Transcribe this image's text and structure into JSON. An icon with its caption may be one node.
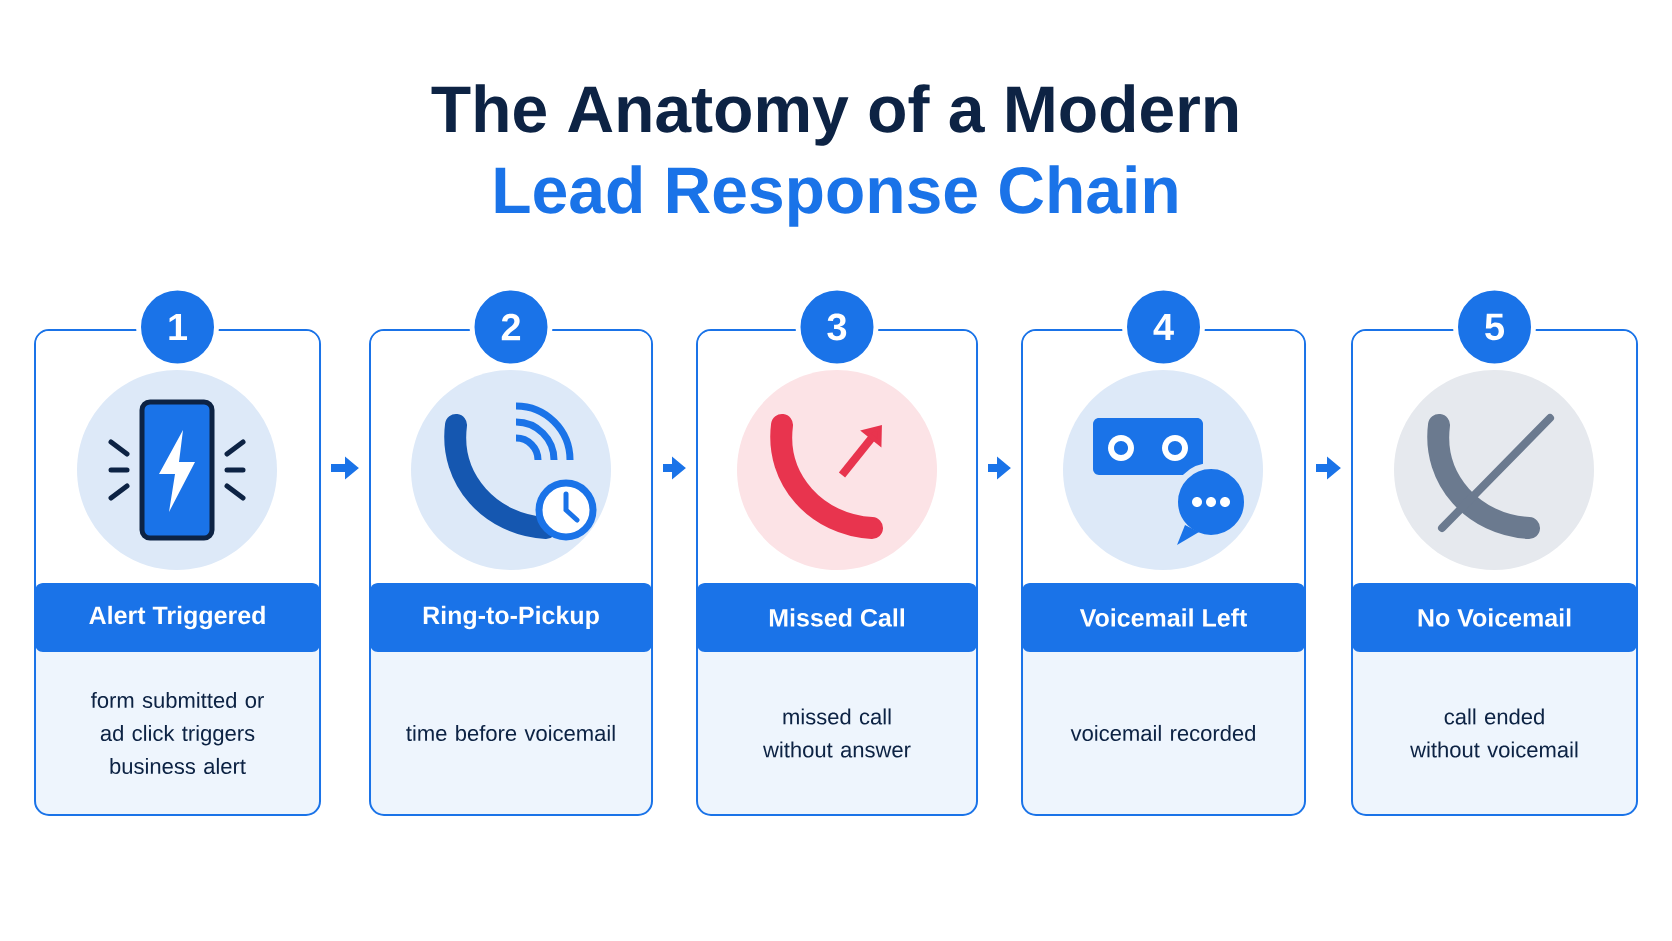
{
  "diagram": {
    "title": "The Anatomy of a Modern",
    "nodes": [
      {
        "text": [
          "1",
          "Alert Triggered",
          "form submitted or ad click triggers business alert"
        ]
      },
      {
        "text": [
          "2",
          "Ring-to-Pickup",
          "time before voicemail"
        ]
      },
      {
        "text": [
          "3",
          "Missed Call",
          "missed call without answer"
        ]
      },
      {
        "text": [
          "4",
          "Voicemail Left",
          "voicemail recorded"
        ]
      },
      {
        "text": [
          "5",
          "No Voicemail",
          "call ended without voicemail"
        ]
      }
    ],
    "edges": [
      {
        "from": 0,
        "to": 1,
        "arrow": "to"
      },
      {
        "from": 1,
        "to": 2,
        "arrow": "to"
      },
      {
        "from": 2,
        "to": 3,
        "arrow": "to"
      },
      {
        "from": 3,
        "to": 4,
        "arrow": "to"
      }
    ],
    "labels": [
      "Lead Response Chain"
    ]
  }
}
